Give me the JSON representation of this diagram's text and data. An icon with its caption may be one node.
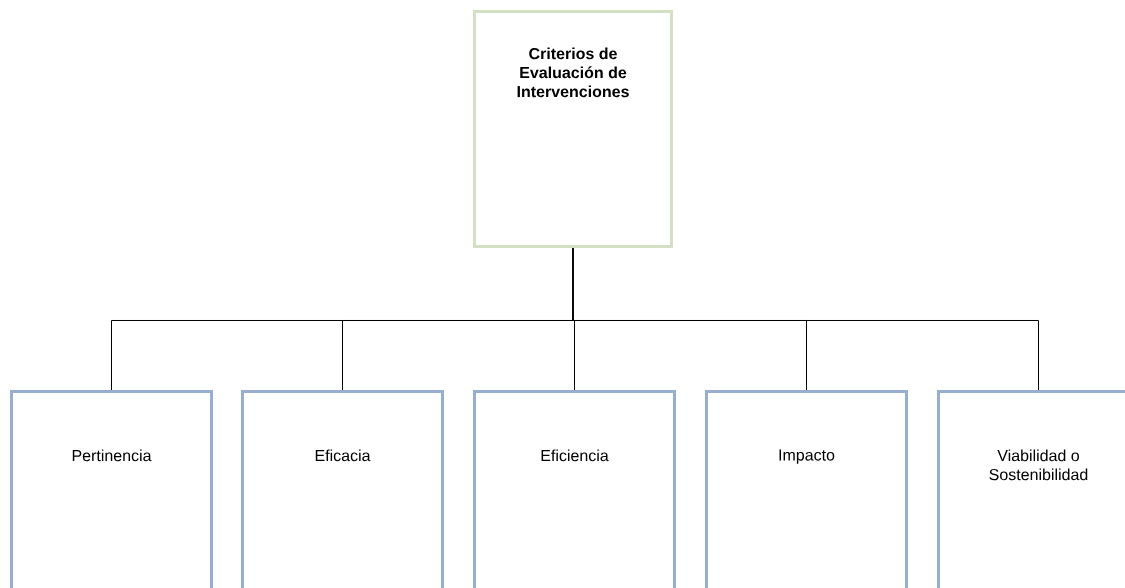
{
  "diagram": {
    "nodes": [
      {
        "text": [
          "Criterios de Evaluación de Intervenciones"
        ]
      },
      {
        "text": [
          "Pertinencia"
        ]
      },
      {
        "text": [
          "Eficacia"
        ]
      },
      {
        "text": [
          "Eficiencia"
        ]
      },
      {
        "text": [
          "Impacto"
        ]
      },
      {
        "text": [
          "Viabilidad o Sostenibilidad"
        ]
      }
    ],
    "edges": [
      {
        "from": 0,
        "to": 1,
        "arrow": "none"
      },
      {
        "from": 0,
        "to": 2,
        "arrow": "none"
      },
      {
        "from": 0,
        "to": 3,
        "arrow": "none"
      },
      {
        "from": 0,
        "to": 4,
        "arrow": "none"
      },
      {
        "from": 0,
        "to": 5,
        "arrow": "none"
      }
    ]
  }
}
